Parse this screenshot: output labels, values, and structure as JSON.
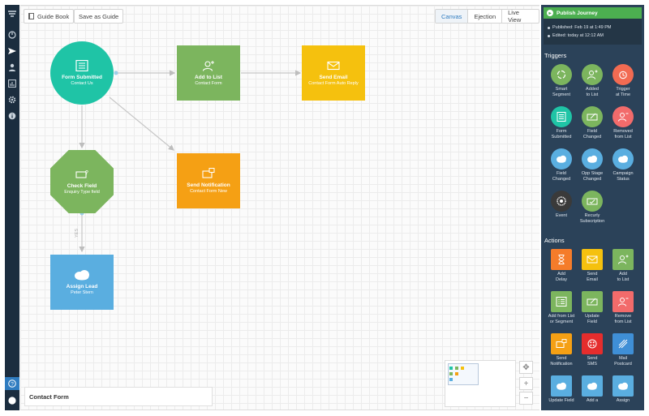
{
  "toolbar": {
    "guide_book": "Guide Book",
    "save_as_guide": "Save as Guide"
  },
  "views": [
    {
      "label": "Canvas",
      "active": true
    },
    {
      "label": "Ejection",
      "active": false
    },
    {
      "label": "Live View",
      "active": false
    }
  ],
  "nodes": {
    "form_submitted": {
      "title": "Form Submitted",
      "subtitle": "Contact Us",
      "color": "#1fc4a6"
    },
    "add_to_list": {
      "title": "Add to List",
      "subtitle": "Contact Form",
      "color": "#7cb55e"
    },
    "send_email": {
      "title": "Send Email",
      "subtitle": "Contact Form Auto Reply",
      "color": "#f5c10e"
    },
    "send_notification": {
      "title": "Send Notification",
      "subtitle": "Contact Form New",
      "color": "#f5a014"
    },
    "check_field": {
      "title": "Check Field",
      "subtitle": "Enquiry Type field",
      "color": "#7cb55e"
    },
    "assign_lead": {
      "title": "Assign Lead",
      "subtitle": "Peter Stern",
      "color": "#5aaee0"
    }
  },
  "edge_label_yes": "YES",
  "footer": {
    "title": "Contact Form"
  },
  "zoom": {
    "move": "✥",
    "in": "+",
    "out": "−"
  },
  "panel": {
    "publish_label": "Publish Journey",
    "published": "Published: Feb 19 at 1:49 PM",
    "edited": "Edited: today at 12:12 AM",
    "triggers_title": "Triggers",
    "triggers": [
      {
        "label": "Smart\nSegment",
        "color": "#7cb55e",
        "icon": "segment-icon"
      },
      {
        "label": "Added\nto List",
        "color": "#7cb55e",
        "icon": "user-add-icon"
      },
      {
        "label": "Trigger\nat Time",
        "color": "#f26b52",
        "icon": "alarm-clock-icon"
      },
      {
        "label": "Form\nSubmitted",
        "color": "#1fc4a6",
        "icon": "form-icon"
      },
      {
        "label": "Field\nChanged",
        "color": "#7cb55e",
        "icon": "field-icon"
      },
      {
        "label": "Removed\nfrom List",
        "color": "#f26b6b",
        "icon": "user-remove-icon"
      },
      {
        "label": "Field\nChanged",
        "color": "#5aaee0",
        "icon": "salesforce-cloud-icon"
      },
      {
        "label": "Opp Stage\nChanged",
        "color": "#5aaee0",
        "icon": "salesforce-cloud-icon"
      },
      {
        "label": "Campaign\nStatus",
        "color": "#5aaee0",
        "icon": "salesforce-cloud-icon"
      },
      {
        "label": "Event",
        "color": "#3a3a3a",
        "icon": "event-icon"
      },
      {
        "label": "Recurly\nSubscription",
        "color": "#7cb55e",
        "icon": "subscription-icon"
      }
    ],
    "actions_title": "Actions",
    "actions": [
      {
        "label": "Add\nDelay",
        "color": "#f57c2a",
        "icon": "hourglass-icon"
      },
      {
        "label": "Send\nEmail",
        "color": "#f5c10e",
        "icon": "envelope-icon"
      },
      {
        "label": "Add\nto List",
        "color": "#7cb55e",
        "icon": "user-add-icon"
      },
      {
        "label": "Add from List\nor Segment",
        "color": "#7cb55e",
        "icon": "list-icon"
      },
      {
        "label": "Update\nField",
        "color": "#7cb55e",
        "icon": "field-icon"
      },
      {
        "label": "Remove\nfrom List",
        "color": "#f26b6b",
        "icon": "user-remove-icon"
      },
      {
        "label": "Send\nNotification",
        "color": "#f5a014",
        "icon": "notification-icon"
      },
      {
        "label": "Send\nSMS",
        "color": "#e52d2d",
        "icon": "sms-icon"
      },
      {
        "label": "Mail\nPostcard",
        "color": "#3f8fd6",
        "icon": "postcard-icon"
      },
      {
        "label": "Update Field",
        "color": "#5aaee0",
        "icon": "salesforce-cloud-icon"
      },
      {
        "label": "Add a",
        "color": "#5aaee0",
        "icon": "salesforce-cloud-icon"
      },
      {
        "label": "Assign",
        "color": "#5aaee0",
        "icon": "salesforce-cloud-icon"
      }
    ]
  }
}
